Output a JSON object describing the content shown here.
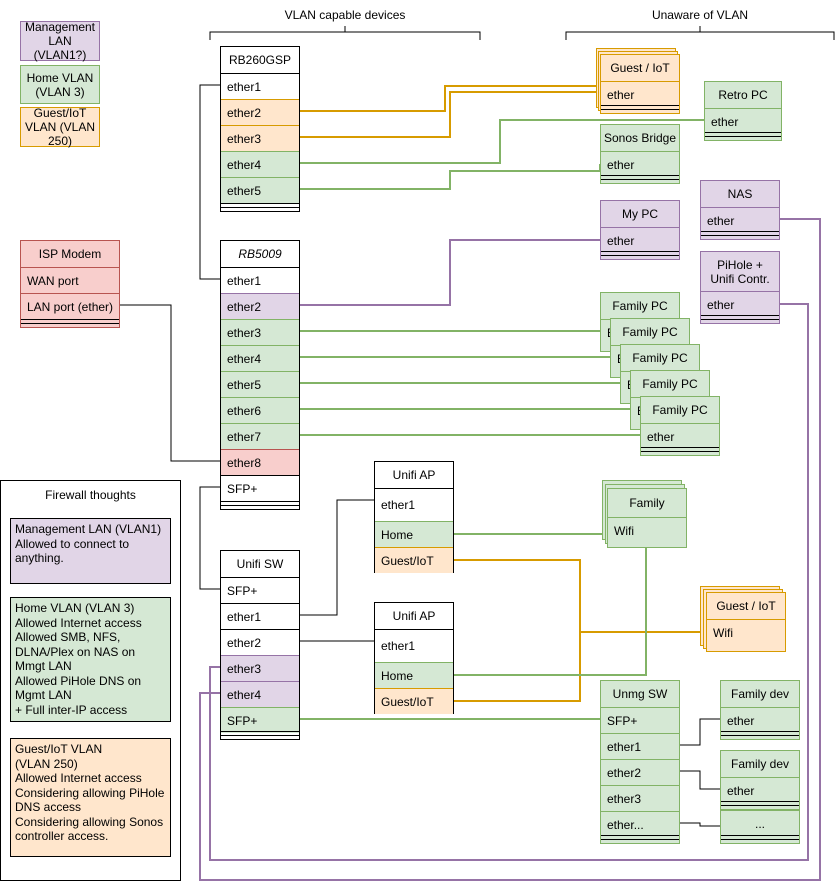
{
  "headers": {
    "vlan_capable": "VLAN capable devices",
    "unaware": "Unaware of VLAN"
  },
  "legend": {
    "management": "Management LAN (VLAN1?)",
    "home": "Home VLAN (VLAN 3)",
    "guest": "Guest/IoT VLAN (VLAN 250)"
  },
  "isp": {
    "title": "ISP Modem",
    "wan": "WAN port",
    "lan": "LAN port (ether)"
  },
  "rb260": {
    "title": "RB260GSP",
    "ports": [
      "ether1",
      "ether2",
      "ether3",
      "ether4",
      "ether5"
    ]
  },
  "rb5009": {
    "title": "RB5009",
    "ports": [
      "ether1",
      "ether2",
      "ether3",
      "ether4",
      "ether5",
      "ether6",
      "ether7",
      "ether8",
      "SFP+"
    ]
  },
  "unifi_sw": {
    "title": "Unifi SW",
    "ports": [
      "SFP+",
      "ether1",
      "ether2",
      "ether3",
      "ether4",
      "SFP+"
    ]
  },
  "unifi_ap1": {
    "title": "Unifi AP",
    "ports": [
      "ether1",
      "Home",
      "Guest/IoT"
    ]
  },
  "unifi_ap2": {
    "title": "Unifi AP",
    "ports": [
      "ether1",
      "Home",
      "Guest/IoT"
    ]
  },
  "guest_iot_top": {
    "title": "Guest / IoT",
    "port": "ether"
  },
  "retro_pc": {
    "title": "Retro PC",
    "port": "ether"
  },
  "sonos": {
    "title": "Sonos Bridge",
    "port": "ether"
  },
  "nas": {
    "title": "NAS",
    "port": "ether"
  },
  "my_pc": {
    "title": "My PC",
    "port": "ether"
  },
  "pihole": {
    "title": "PiHole + Unifi Contr.",
    "port": "ether"
  },
  "family_pc": {
    "title": "Family PC",
    "port": "ether",
    "peek": "E"
  },
  "family_wifi": {
    "title": "Family",
    "port": "Wifi"
  },
  "guest_wifi": {
    "title": "Guest / IoT",
    "port": "Wifi"
  },
  "unmg_sw": {
    "title": "Unmg SW",
    "ports": [
      "SFP+",
      "ether1",
      "ether2",
      "ether3",
      "ether..."
    ]
  },
  "family_dev": {
    "title": "Family dev",
    "port": "ether"
  },
  "dots": {
    "label": "..."
  },
  "firewall": {
    "title": "Firewall thoughts",
    "management": "Management  LAN (VLAN1)\nAllowed to connect to anything.",
    "home": "Home VLAN (VLAN 3)\nAllowed Internet access\nAllowed SMB, NFS, DLNA/Plex on NAS on Mmgt LAN\nAllowed PiHole DNS on Mgmt LAN\n+ Full inter-IP access",
    "guest": "Guest/IoT VLAN\n(VLAN 250)\nAllowed Internet access\nConsidering allowing PiHole DNS access\nConsidering allowing Sonos controller access."
  },
  "colors": {
    "management_fill": "#e1d5e7",
    "management_stroke": "#9673a6",
    "home_fill": "#d5e8d4",
    "home_stroke": "#82b366",
    "guest_fill": "#ffe6cc",
    "guest_stroke": "#d79b00",
    "isp_fill": "#f8cecc",
    "isp_stroke": "#b85450"
  }
}
